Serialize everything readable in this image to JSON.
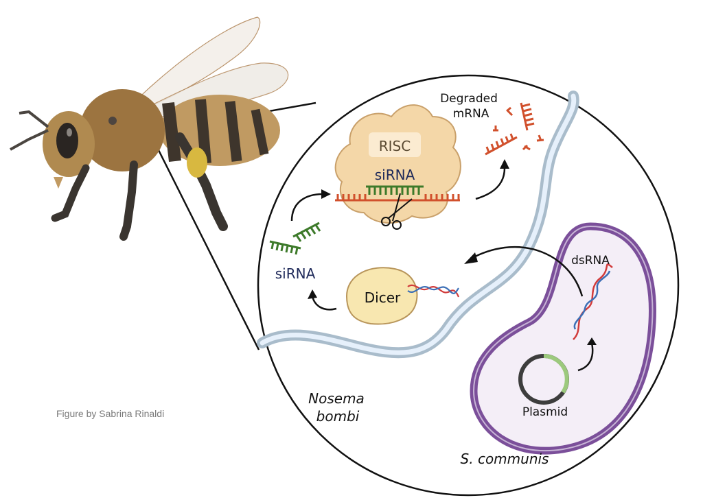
{
  "figure": {
    "credit": "Figure by Sabrina Rinaldi"
  },
  "labels": {
    "risc": "RISC",
    "sirna_in_risc": "siRNA",
    "degraded_mrna_line1": "Degraded",
    "degraded_mrna_line2": "mRNA",
    "sirna_free": "siRNA",
    "dicer": "Dicer",
    "dsrna": "dsRNA",
    "plasmid": "Plasmid",
    "nosema_line1": "Nosema",
    "nosema_line2": "bombi",
    "s_communis": "S. communis"
  },
  "colors": {
    "mrna": "#d1502c",
    "sirna": "#3d7a2a",
    "dsrna_blue": "#3c6fb6",
    "dsrna_red": "#d13b3b",
    "risc_fill": "#f4d7a8",
    "dicer_fill": "#f8e7b0",
    "bacterium_wall": "#7b4f9a",
    "bacterium_fill": "#f4eef7",
    "nosema_membrane": "#a9bccb",
    "nosema_fill": "#e6f0fb",
    "plasmid_dark": "#3d3d3d",
    "plasmid_green": "#9cc97d",
    "text_label_blue": "#1f2a5a"
  }
}
